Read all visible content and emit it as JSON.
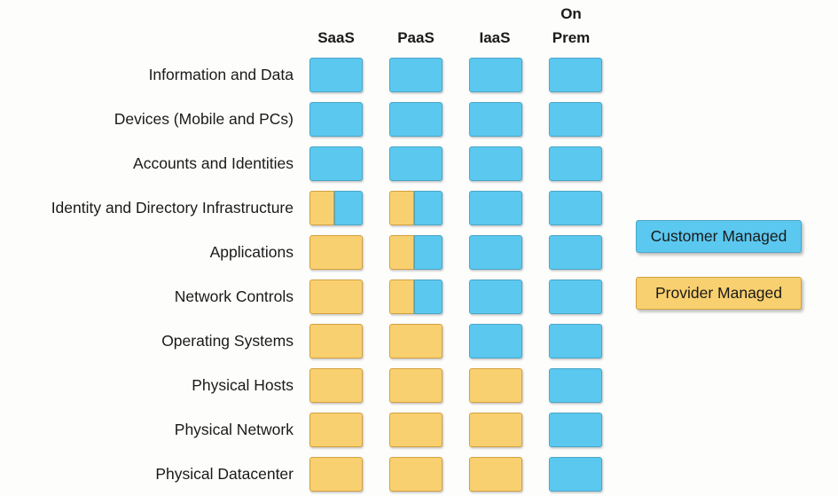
{
  "columns": [
    "SaaS",
    "PaaS",
    "IaaS",
    "On Prem"
  ],
  "rows": [
    {
      "label": "Information and Data",
      "cells": [
        "customer",
        "customer",
        "customer",
        "customer"
      ]
    },
    {
      "label": "Devices (Mobile and PCs)",
      "cells": [
        "customer",
        "customer",
        "customer",
        "customer"
      ]
    },
    {
      "label": "Accounts and Identities",
      "cells": [
        "customer",
        "customer",
        "customer",
        "customer"
      ]
    },
    {
      "label": "Identity and Directory Infrastructure",
      "cells": [
        "split",
        "split",
        "customer",
        "customer"
      ]
    },
    {
      "label": "Applications",
      "cells": [
        "provider",
        "split",
        "customer",
        "customer"
      ]
    },
    {
      "label": "Network Controls",
      "cells": [
        "provider",
        "split",
        "customer",
        "customer"
      ]
    },
    {
      "label": "Operating Systems",
      "cells": [
        "provider",
        "provider",
        "customer",
        "customer"
      ]
    },
    {
      "label": "Physical Hosts",
      "cells": [
        "provider",
        "provider",
        "provider",
        "customer"
      ]
    },
    {
      "label": "Physical Network",
      "cells": [
        "provider",
        "provider",
        "provider",
        "customer"
      ]
    },
    {
      "label": "Physical Datacenter",
      "cells": [
        "provider",
        "provider",
        "provider",
        "customer"
      ]
    }
  ],
  "legend": [
    {
      "label": "Customer Managed",
      "type": "customer"
    },
    {
      "label": "Provider Managed",
      "type": "provider"
    }
  ],
  "colors": {
    "customer_fill": "#5BC8EF",
    "customer_border": "#4BA6C8",
    "provider_fill": "#F9D06F",
    "provider_border": "#D3A140",
    "text": "#1A1A1A",
    "background": "#FDFDFB"
  }
}
